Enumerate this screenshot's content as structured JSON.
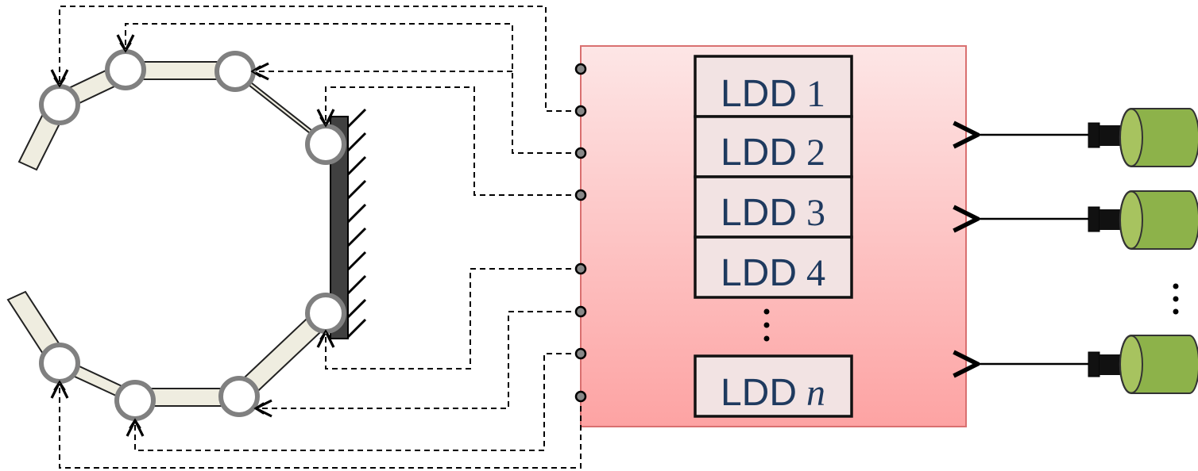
{
  "controller": {
    "modules": [
      {
        "prefix": "LDD",
        "index": "1",
        "italic": false
      },
      {
        "prefix": "LDD",
        "index": "2",
        "italic": false
      },
      {
        "prefix": "LDD",
        "index": "3",
        "italic": false
      },
      {
        "prefix": "LDD",
        "index": "4",
        "italic": false
      },
      {
        "prefix": "LDD",
        "index": "n",
        "italic": true
      }
    ],
    "ellipsis": "⋮",
    "port_count": 8
  },
  "robot_arm": {
    "joint_count": 8,
    "wall": "fixed-base-hatched"
  },
  "sensors": {
    "count_visible": 3,
    "ellipsis": "⋮"
  },
  "colors": {
    "controller_top": "#fde6e6",
    "controller_bottom": "#fda3a3",
    "controller_border": "#d97070",
    "module_fill": "#f2e3e3",
    "module_text": "#1f3a5f",
    "link_fill": "#efede0",
    "joint_ring": "#808080",
    "wall": "#404040",
    "sensor_green": "#8db24a",
    "sensor_black": "#111111"
  }
}
